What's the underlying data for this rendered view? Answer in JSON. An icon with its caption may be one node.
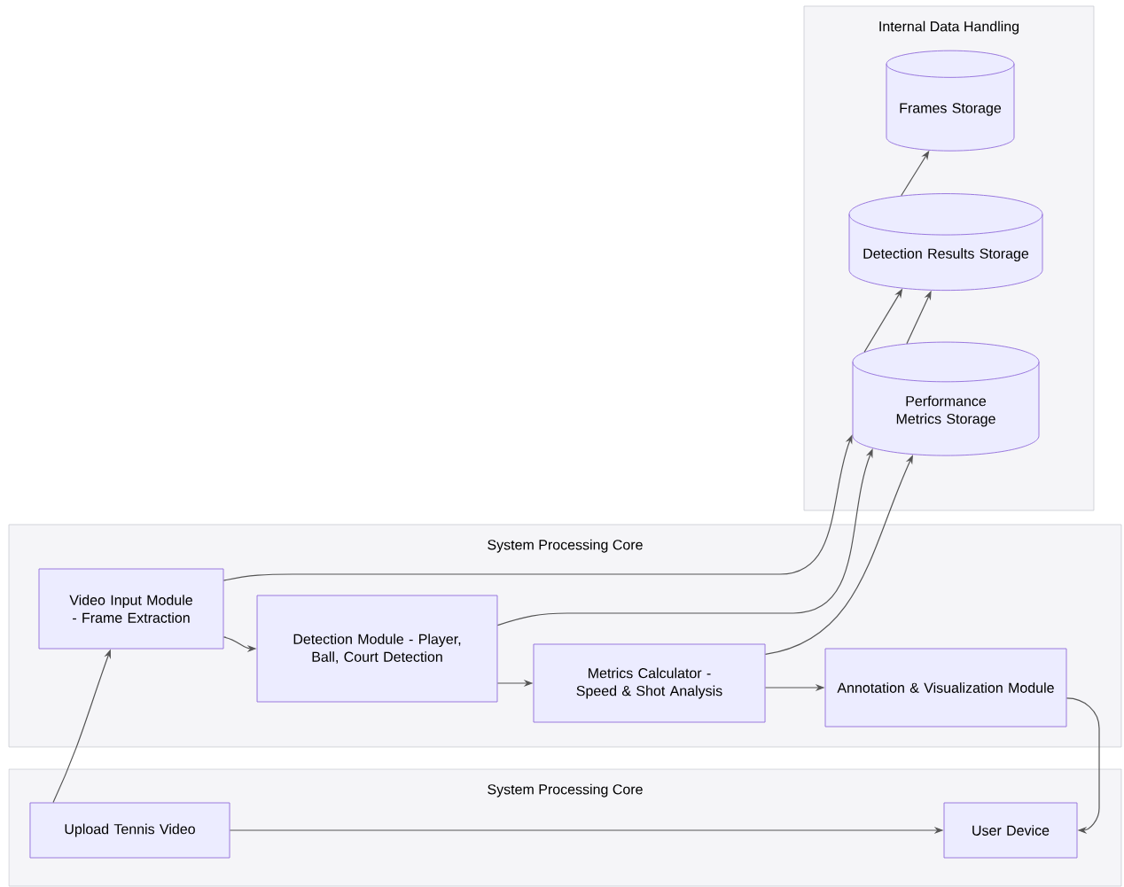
{
  "diagram": {
    "nodes": [
      {
        "text": [
          "Internal Data Handling"
        ]
      },
      {
        "text": [
          "Frames Storage"
        ],
        "in": 0
      },
      {
        "text": [
          "Detection Results Storage"
        ],
        "in": 0
      },
      {
        "text": [
          "Performance Metrics Storage"
        ],
        "in": 0
      },
      {
        "text": [
          "System Processing Core"
        ]
      },
      {
        "text": [
          "Video Input Module - Frame Extraction"
        ],
        "in": 4
      },
      {
        "text": [
          "Detection Module - Player, Ball, Court Detection"
        ],
        "in": 4
      },
      {
        "text": [
          "Metrics Calculator - Speed & Shot Analysis"
        ],
        "in": 4
      },
      {
        "text": [
          "Annotation & Visualization Module"
        ],
        "in": 4
      },
      {
        "text": [
          "System Processing Core"
        ]
      },
      {
        "text": [
          "Upload Tennis Video"
        ],
        "in": 9
      },
      {
        "text": [
          "User Device"
        ],
        "in": 9
      }
    ],
    "edges": [
      {
        "from": 10,
        "to": 5,
        "arrow": "to"
      },
      {
        "from": 5,
        "to": 6,
        "arrow": "to"
      },
      {
        "from": 6,
        "to": 7,
        "arrow": "to"
      },
      {
        "from": 7,
        "to": 8,
        "arrow": "to"
      },
      {
        "from": 8,
        "to": 11,
        "arrow": "to"
      },
      {
        "from": 10,
        "to": 11,
        "arrow": "to"
      },
      {
        "from": 5,
        "to": 3,
        "arrow": "to"
      },
      {
        "from": 6,
        "to": 3,
        "arrow": "to"
      },
      {
        "from": 7,
        "to": 3,
        "arrow": "to"
      },
      {
        "from": 3,
        "to": 2,
        "arrow": "to"
      },
      {
        "from": 3,
        "to": 2,
        "arrow": "to"
      },
      {
        "from": 2,
        "to": 1,
        "arrow": "to"
      }
    ]
  }
}
